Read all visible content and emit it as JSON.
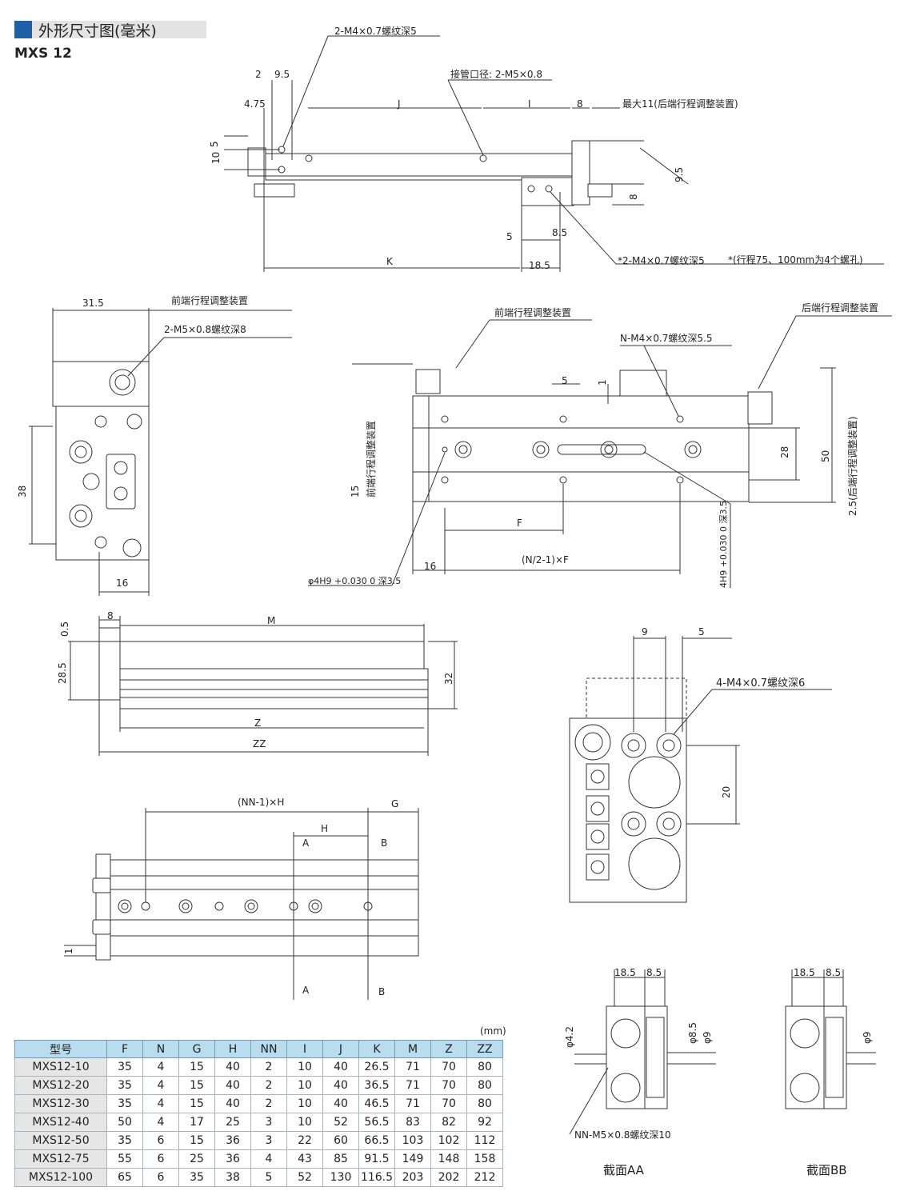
{
  "header": {
    "title": "外形尺寸图(毫米)",
    "model": "MXS 12"
  },
  "top_view": {
    "callout_tapped_holes": "2-M4×0.7螺纹深5",
    "port": "接管口径: 2-M5×0.8",
    "dim_2": "2",
    "dim_9_5": "9.5",
    "dim_4_75": "4.75",
    "dim_J": "J",
    "dim_I": "I",
    "dim_8": "8",
    "max_note": "最大11(后端行程调整装置)",
    "dim_5": "5",
    "dim_10": "10",
    "dim_9_5r": "9.5",
    "dim_8r": "8",
    "dim_5b": "5",
    "dim_8_5": "8.5",
    "dim_K": "K",
    "dim_18_5": "18.5",
    "note_bottom": "*2-M4×0.7螺纹深5",
    "note_bottom2": "*(行程75、100mm为4个螺孔)"
  },
  "end_view": {
    "dim_31_5": "31.5",
    "front_adj": "前端行程调整装置",
    "thread": "2-M5×0.8螺纹深8",
    "dim_38": "38",
    "dim_16": "16"
  },
  "table_top": {
    "front_adj": "前端行程调整装置",
    "rear_adj": "后端行程调整装置",
    "n_thread": "N-M4×0.7螺纹深5.5",
    "dim_5": "5",
    "dim_1": "1",
    "dim_28": "28",
    "dim_50": "50",
    "dim_15": "15",
    "dim_2_5": "2.5(后端行程调整装置)",
    "dim_F": "F",
    "dim_16": "16",
    "dim_pitch": "(N/2-1)×F",
    "pin_hole": "φ4H9 +0.030 0 深3.5",
    "slot": "4H9 +0.030 0 深3.5",
    "front_vert": "前端行程调整装置"
  },
  "side_view": {
    "dim_8": "8",
    "dim_M": "M",
    "dim_0_5": "0.5",
    "dim_28_5": "28.5",
    "dim_32": "32",
    "dim_Z": "Z",
    "dim_ZZ": "ZZ"
  },
  "bottom_view": {
    "dim_pitch": "(NN-1)×H",
    "dim_G": "G",
    "dim_H": "H",
    "A": "A",
    "B": "B",
    "dim_1": "1"
  },
  "rear_view": {
    "dim_9": "9",
    "dim_5": "5",
    "thread": "4-M4×0.7螺纹深6",
    "dim_20": "20"
  },
  "sections": {
    "dim_18_5": "18.5",
    "dim_8_5": "8.5",
    "dim_phi4_2": "φ4.2",
    "dim_phi8_5": "φ8.5",
    "dim_phi9": "φ9",
    "nn_thread": "NN-M5×0.8螺纹深10",
    "section_AA": "截面AA",
    "section_BB": "截面BB"
  },
  "table": {
    "unit": "(mm)",
    "headers": [
      "型号",
      "F",
      "N",
      "G",
      "H",
      "NN",
      "I",
      "J",
      "K",
      "M",
      "Z",
      "ZZ"
    ],
    "rows": [
      [
        "MXS12-10",
        "35",
        "4",
        "15",
        "40",
        "2",
        "10",
        "40",
        "26.5",
        "71",
        "70",
        "80"
      ],
      [
        "MXS12-20",
        "35",
        "4",
        "15",
        "40",
        "2",
        "10",
        "40",
        "36.5",
        "71",
        "70",
        "80"
      ],
      [
        "MXS12-30",
        "35",
        "4",
        "15",
        "40",
        "2",
        "10",
        "40",
        "46.5",
        "71",
        "70",
        "80"
      ],
      [
        "MXS12-40",
        "50",
        "4",
        "17",
        "25",
        "3",
        "10",
        "52",
        "56.5",
        "83",
        "82",
        "92"
      ],
      [
        "MXS12-50",
        "35",
        "6",
        "15",
        "36",
        "3",
        "22",
        "60",
        "66.5",
        "103",
        "102",
        "112"
      ],
      [
        "MXS12-75",
        "55",
        "6",
        "25",
        "36",
        "4",
        "43",
        "85",
        "91.5",
        "149",
        "148",
        "158"
      ],
      [
        "MXS12-100",
        "65",
        "6",
        "35",
        "38",
        "5",
        "52",
        "130",
        "116.5",
        "203",
        "202",
        "212"
      ]
    ]
  }
}
